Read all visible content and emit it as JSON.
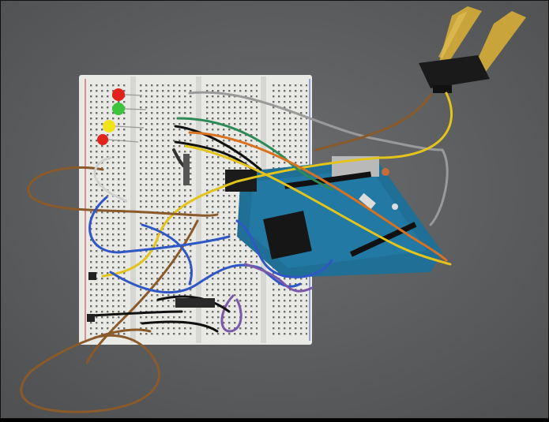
{
  "scene": {
    "palette": {
      "floor": "#5f6163",
      "breadboard": "#e9e9e6",
      "arduino": "#1f6f96",
      "sensor_probe": "#c9a43a",
      "sensor_board": "#1a1a1a",
      "wire_yellow": "#e3c41b",
      "wire_blue": "#2f57c6",
      "wire_brown": "#8a5a2a",
      "wire_gray": "#9a9a9a",
      "wire_green": "#2e8b57",
      "wire_purple": "#7a5aa8",
      "wire_orange": "#d9711f",
      "led_red": "#e0241b",
      "led_green": "#3cc43c",
      "led_yellow": "#f2e21a"
    },
    "leds": [
      {
        "color": "red"
      },
      {
        "color": "green"
      },
      {
        "color": "yellow"
      },
      {
        "color": "red"
      }
    ],
    "components": [
      "breadboard",
      "arduino-uno",
      "soil-moisture-sensor",
      "atmega-chip",
      "leds",
      "jumper-wires"
    ]
  }
}
